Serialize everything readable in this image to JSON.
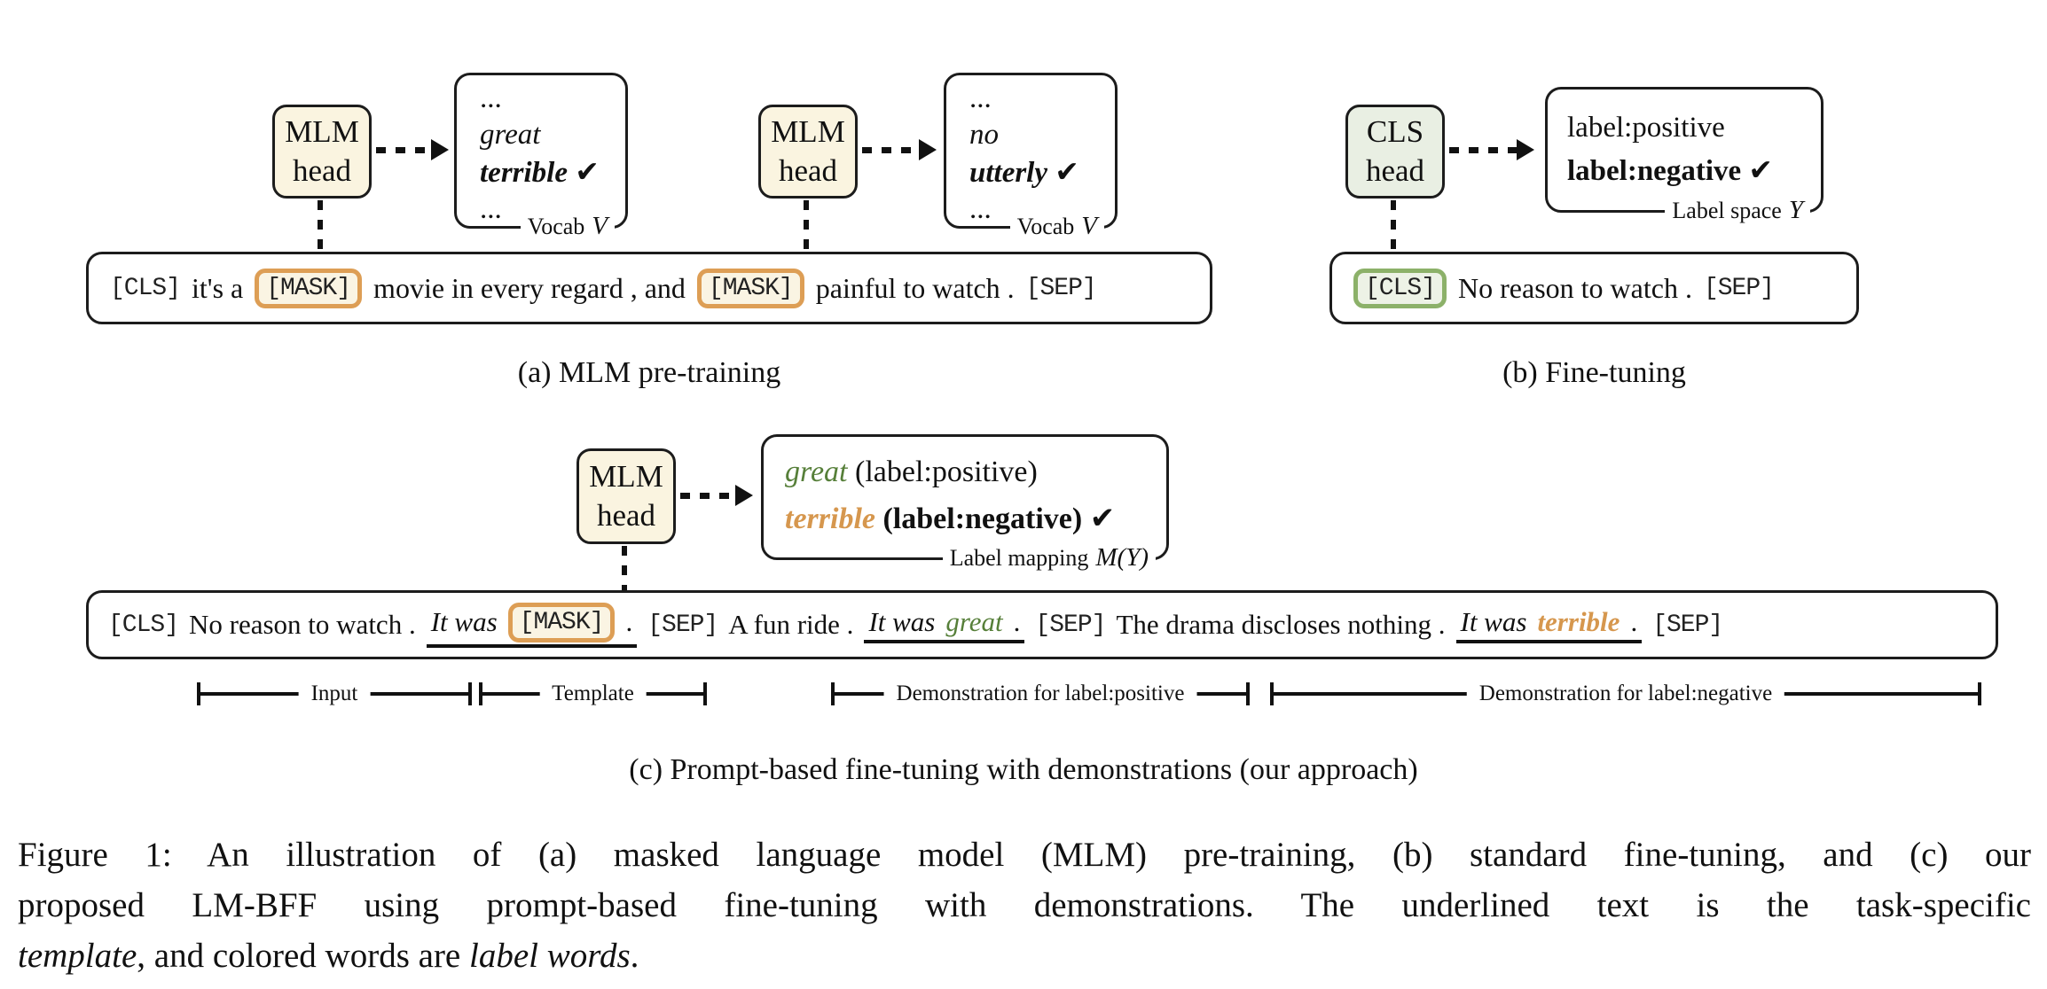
{
  "panels": {
    "a": {
      "caption": "(a) MLM pre-training",
      "head1_line1": "MLM",
      "head1_line2": "head",
      "head2_line1": "MLM",
      "head2_line2": "head",
      "vocab1": {
        "dots_top": "...",
        "word_plain": "great",
        "word_bold": "terrible",
        "check": "✔",
        "dots_bottom": "...",
        "tag": "Vocab",
        "tag_symbol": "V"
      },
      "vocab2": {
        "dots_top": "...",
        "word_plain": "no",
        "word_bold": "utterly",
        "check": "✔",
        "dots_bottom": "...",
        "tag": "Vocab",
        "tag_symbol": "V"
      },
      "sentence": {
        "cls": "[CLS]",
        "part1": "it's a",
        "mask1": "[MASK]",
        "part2": "movie in every regard , and",
        "mask2": "[MASK]",
        "part3": "painful to watch .",
        "sep": "[SEP]"
      }
    },
    "b": {
      "caption": "(b) Fine-tuning",
      "head_line1": "CLS",
      "head_line2": "head",
      "label_space": {
        "line1": "label:positive",
        "line2": "label:negative",
        "check": "✔",
        "tag": "Label space",
        "tag_symbol": "Y"
      },
      "sentence": {
        "cls": "[CLS]",
        "text": "No reason to watch .",
        "sep": "[SEP]"
      }
    },
    "c": {
      "caption": "(c) Prompt-based fine-tuning with demonstrations (our approach)",
      "head_line1": "MLM",
      "head_line2": "head",
      "label_mapping": {
        "word_pos": "great",
        "map_pos": "(label:positive)",
        "word_neg": "terrible",
        "map_neg": "(label:negative)",
        "check": "✔",
        "tag": "Label mapping",
        "tag_symbol": "M(Y)"
      },
      "sentence": {
        "cls": "[CLS]",
        "input_text": "No reason to watch .",
        "tpl_prefix": "It was",
        "mask": "[MASK]",
        "tpl_suffix": ".",
        "sep1": "[SEP]",
        "demo_pos_text": "A fun ride .",
        "demo_pos_prefix": "It was",
        "demo_pos_word": "great",
        "demo_pos_suffix": ".",
        "sep2": "[SEP]",
        "demo_neg_text": "The drama discloses nothing .",
        "demo_neg_prefix": "It was",
        "demo_neg_word": "terrible",
        "demo_neg_suffix": ".",
        "sep3": "[SEP]"
      },
      "brackets": {
        "input": "Input",
        "template": "Template",
        "demo_pos": "Demonstration for label:positive",
        "demo_neg": "Demonstration for label:negative"
      }
    }
  },
  "figure_caption": {
    "line1": "Figure 1: An illustration of (a) masked language model (MLM) pre-training, (b) standard fine-tuning, and (c) our",
    "line2": "proposed LM-BFF using prompt-based fine-tuning with demonstrations. The underlined text is the task-specific",
    "line3_italic1": "template",
    "line3_mid": ", and colored words are ",
    "line3_italic2": "label words",
    "line3_end": "."
  },
  "colors": {
    "cream_fill": "#faf4e0",
    "cls_head_fill": "#e9efe3",
    "mask_border": "#dd9e55",
    "cls_token_border": "#8cb169",
    "positive_word": "#567f39",
    "negative_word": "#d6974e"
  }
}
